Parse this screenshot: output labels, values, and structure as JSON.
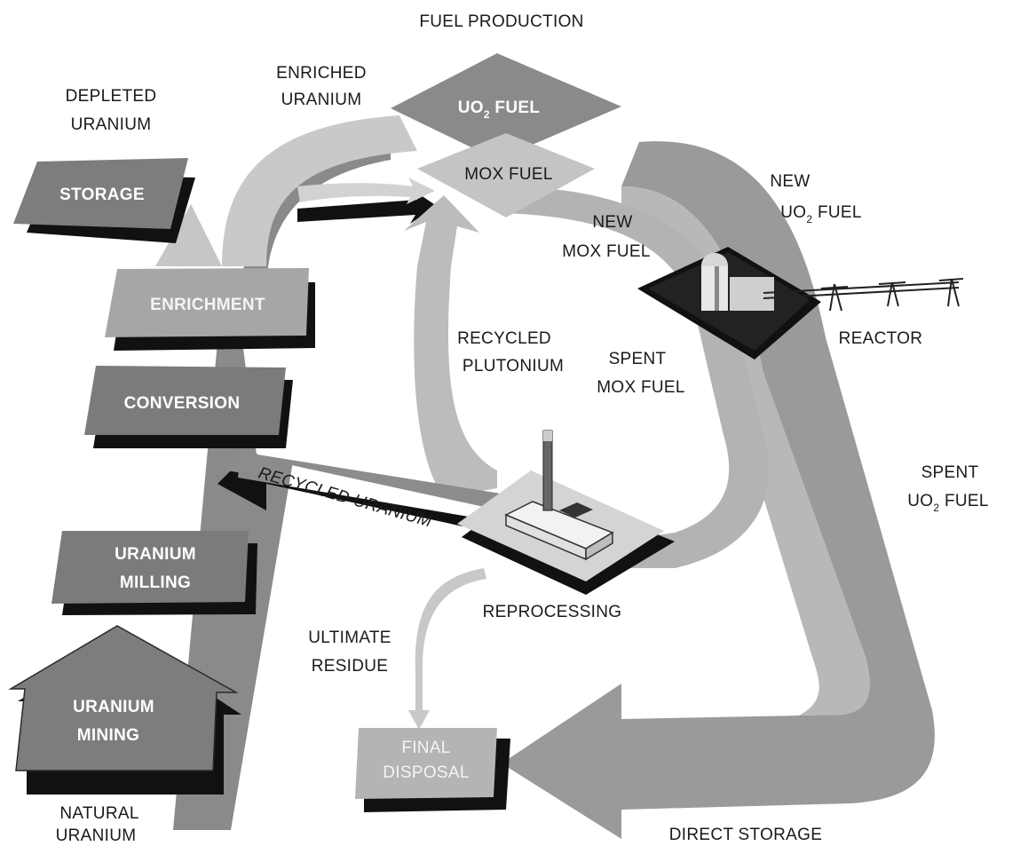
{
  "title": "FUEL PRODUCTION",
  "fuel_diamond": {
    "uo2_prefix": "UO",
    "uo2_sub": "2",
    "uo2_suffix": " FUEL",
    "mox": "MOX FUEL"
  },
  "stages": {
    "storage": "STORAGE",
    "enrichment": "ENRICHMENT",
    "conversion": "CONVERSION",
    "milling_line1": "URANIUM",
    "milling_line2": "MILLING",
    "mining_line1": "URANIUM",
    "mining_line2": "MINING",
    "final_line1": "FINAL",
    "final_line2": "DISPOSAL"
  },
  "labels": {
    "depleted_line1": "DEPLETED",
    "depleted_line2": "URANIUM",
    "enriched_line1": "ENRICHED",
    "enriched_line2": "URANIUM",
    "natural_line1": "NATURAL",
    "natural_line2": "URANIUM",
    "new_uo2_line1": "NEW",
    "new_uo2_line2_prefix": "UO",
    "new_uo2_line2_sub": "2",
    "new_uo2_line2_suffix": " FUEL",
    "new_mox_line1": "NEW",
    "new_mox_line2": "MOX FUEL",
    "reactor": "REACTOR",
    "recycled_pu_line1": "RECYCLED",
    "recycled_pu_line2": "PLUTONIUM",
    "spent_mox_line1": "SPENT",
    "spent_mox_line2": "MOX FUEL",
    "spent_uo2_line1": "SPENT",
    "spent_uo2_line2_prefix": "UO",
    "spent_uo2_line2_sub": "2",
    "spent_uo2_line2_suffix": " FUEL",
    "recycled_uranium": "RECYCLED URANIUM",
    "reprocessing": "REPROCESSING",
    "ultimate_line1": "ULTIMATE",
    "ultimate_line2": "RESIDUE",
    "direct_storage": "DIRECT STORAGE"
  },
  "colors": {
    "dark_box": "#7a7a7a",
    "light_box": "#a9a9a9",
    "shadow": "#111111",
    "main_flow": "#8e8e8e",
    "light_flow": "#c2c2c2",
    "residue_flow": "#cfcfcf"
  }
}
